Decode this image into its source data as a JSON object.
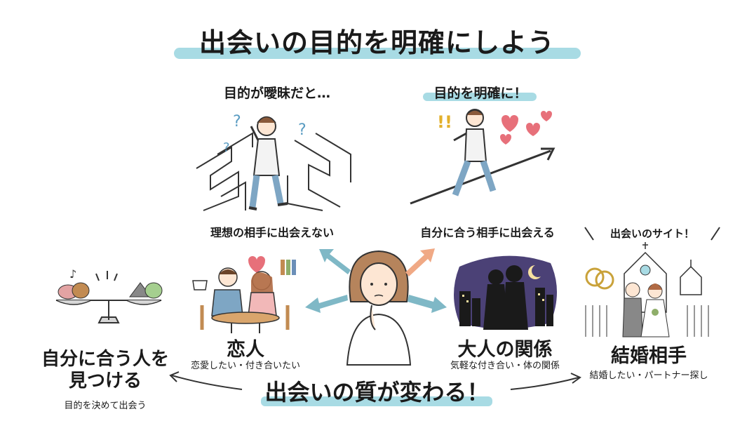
{
  "title": "出会いの目的を明確にしよう",
  "vague": {
    "heading": "目的が曖昧だと…",
    "caption": "理想の相手に出会えない"
  },
  "clear": {
    "heading": "目的を明確に！",
    "caption": "自分に合う相手に出会える"
  },
  "site_label": "出会いのサイト！",
  "romance": {
    "title": "恋人",
    "subtitle": "恋愛したい・付き合いたい"
  },
  "adult": {
    "title": "大人の関係",
    "subtitle": "気軽な付き合い・体の関係"
  },
  "marriage": {
    "title": "結婚相手",
    "subtitle": "結婚したい・パートナー探し"
  },
  "self_match": {
    "title_line1": "自分に合う人を",
    "title_line2": "見つける",
    "subtitle": "目的を決めて出会う"
  },
  "bottom_text": "出会いの質が変わる！",
  "colors": {
    "highlight": "#a8dbe4",
    "arrow_blue": "#7fb8c6",
    "arrow_orange": "#f0a985",
    "night": "#4b4176"
  }
}
